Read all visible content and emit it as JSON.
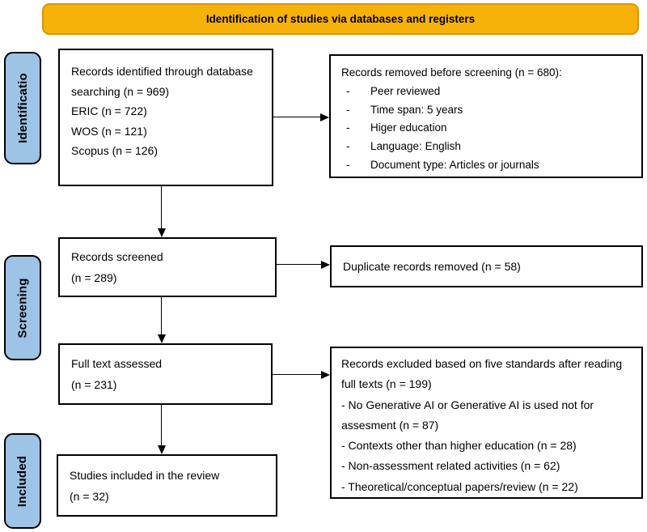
{
  "banner": {
    "label": "Identification of studies via databases and registers"
  },
  "colors": {
    "banner_fill": "#F7B20A",
    "banner_border": "#DE9300",
    "stage_fill": "#9DC3E6",
    "line": "#000000",
    "box_bg": "#FFFFFF"
  },
  "stages": [
    {
      "label": "Identificatio"
    },
    {
      "label": "Screening"
    },
    {
      "label": "Included"
    }
  ],
  "boxes": {
    "identified": {
      "summary": "Records identified through database searching (n = 969)",
      "sources": [
        "ERIC (n = 722)",
        "WOS (n = 121)",
        "Scopus (n = 126)"
      ]
    },
    "removed": {
      "title": "Records removed before screening (n = 680):",
      "bullet": "-",
      "items": [
        "Peer reviewed",
        "Time span: 5 years",
        "Higer education",
        "Language: English",
        "Document type: Articles or journals"
      ]
    },
    "screened": {
      "line1": "Records screened",
      "line2": "(n = 289)"
    },
    "duplicates": {
      "text": "Duplicate records removed (n = 58)"
    },
    "fulltext": {
      "line1": "Full text assessed",
      "line2": "(n = 231)"
    },
    "excluded": {
      "lines": [
        "Records excluded based on five standards after reading full texts (n = 199)",
        "- No Generative AI or Generative AI is used not for assesment (n = 87)",
        "- Contexts other than higher education (n = 28)",
        "- Non-assessment related activities (n = 62)",
        "- Theoretical/conceptual papers/review (n = 22)"
      ]
    },
    "included": {
      "line1": "Studies included in the review",
      "line2": "(n = 32)"
    }
  }
}
